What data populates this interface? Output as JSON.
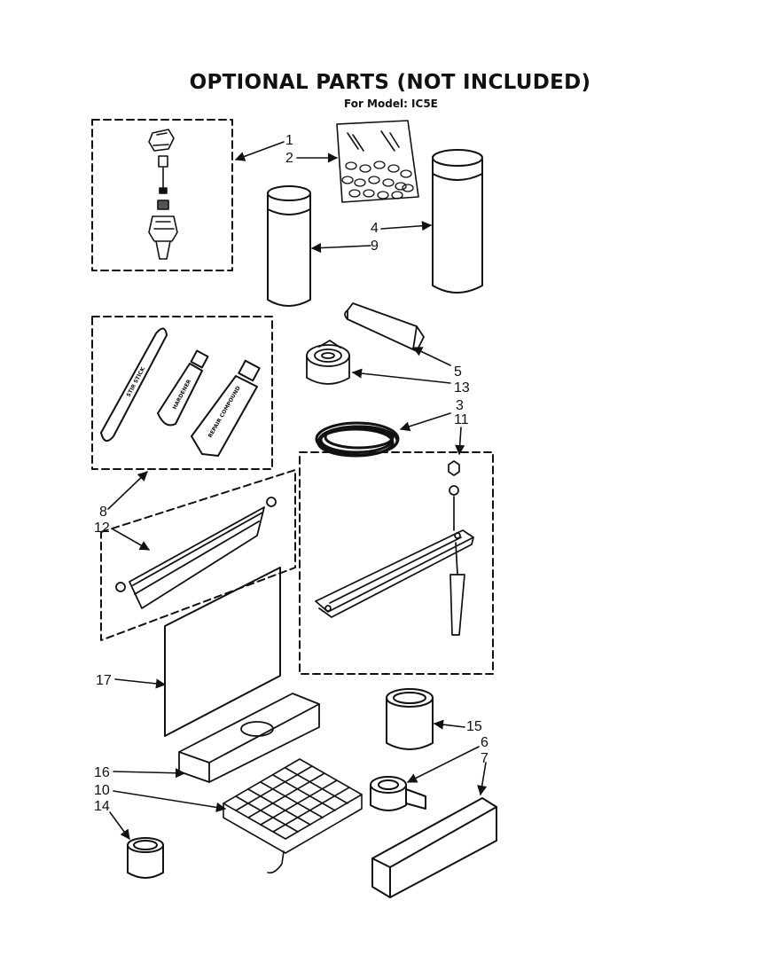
{
  "title": "OPTIONAL PARTS (NOT INCLUDED)",
  "subtitle": "For Model: IC5E",
  "callouts": [
    "1",
    "2",
    "4",
    "9",
    "5",
    "13",
    "3",
    "11",
    "8",
    "12",
    "17",
    "15",
    "6",
    "7",
    "16",
    "10",
    "14"
  ],
  "package_text": {
    "stir_stick": "STIR STICK",
    "hardener": "HARDENER",
    "repair_compound": "REPAIR COMPOUND"
  }
}
